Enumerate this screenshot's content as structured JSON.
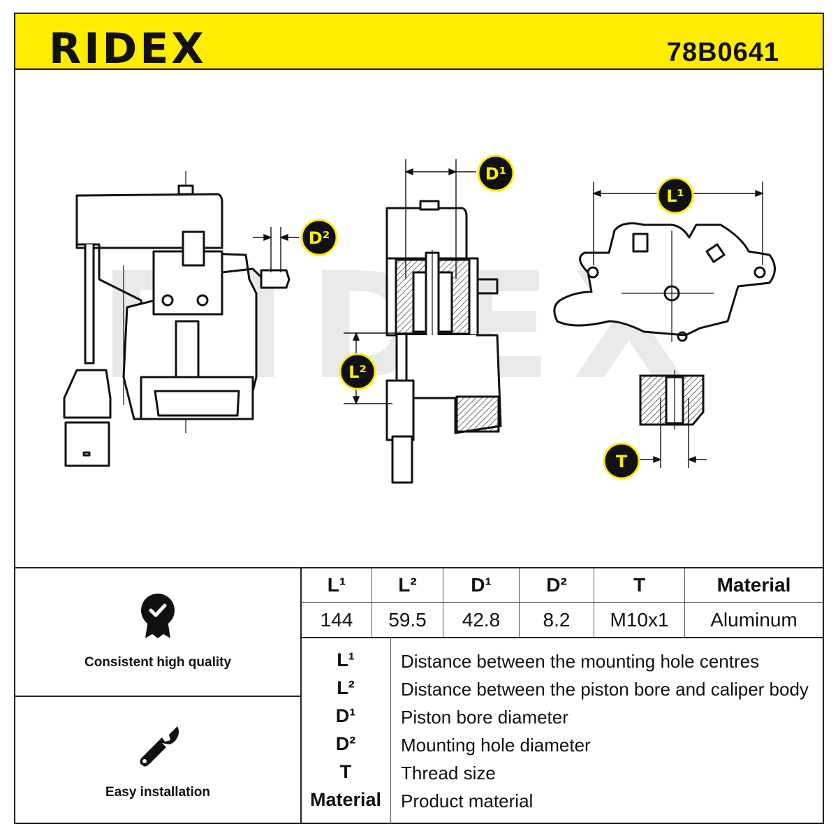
{
  "header": {
    "brand": "RIDEX",
    "part_number": "78B0641"
  },
  "labels": {
    "d1": "D¹",
    "d2": "D²",
    "l1": "L¹",
    "l2": "L²",
    "t": "T"
  },
  "spec_table": {
    "headers": [
      "L¹",
      "L²",
      "D¹",
      "D²",
      "T",
      "Material"
    ],
    "values": [
      "144",
      "59.5",
      "42.8",
      "8.2",
      "M10x1",
      "Aluminum"
    ]
  },
  "features": [
    {
      "label": "Consistent high quality",
      "icon": "quality-badge-icon"
    },
    {
      "label": "Easy installation",
      "icon": "wrench-icon"
    }
  ],
  "legend": [
    {
      "key": "L¹",
      "desc": "Distance between the mounting hole centres"
    },
    {
      "key": "L²",
      "desc": "Distance between the piston bore and caliper body"
    },
    {
      "key": "D¹",
      "desc": "Piston bore diameter"
    },
    {
      "key": "D²",
      "desc": "Mounting hole diameter"
    },
    {
      "key": "T",
      "desc": "Thread size"
    },
    {
      "key": "Material",
      "desc": "Product material"
    }
  ],
  "colors": {
    "brand_yellow": "#ffed00",
    "ink": "#111111"
  }
}
